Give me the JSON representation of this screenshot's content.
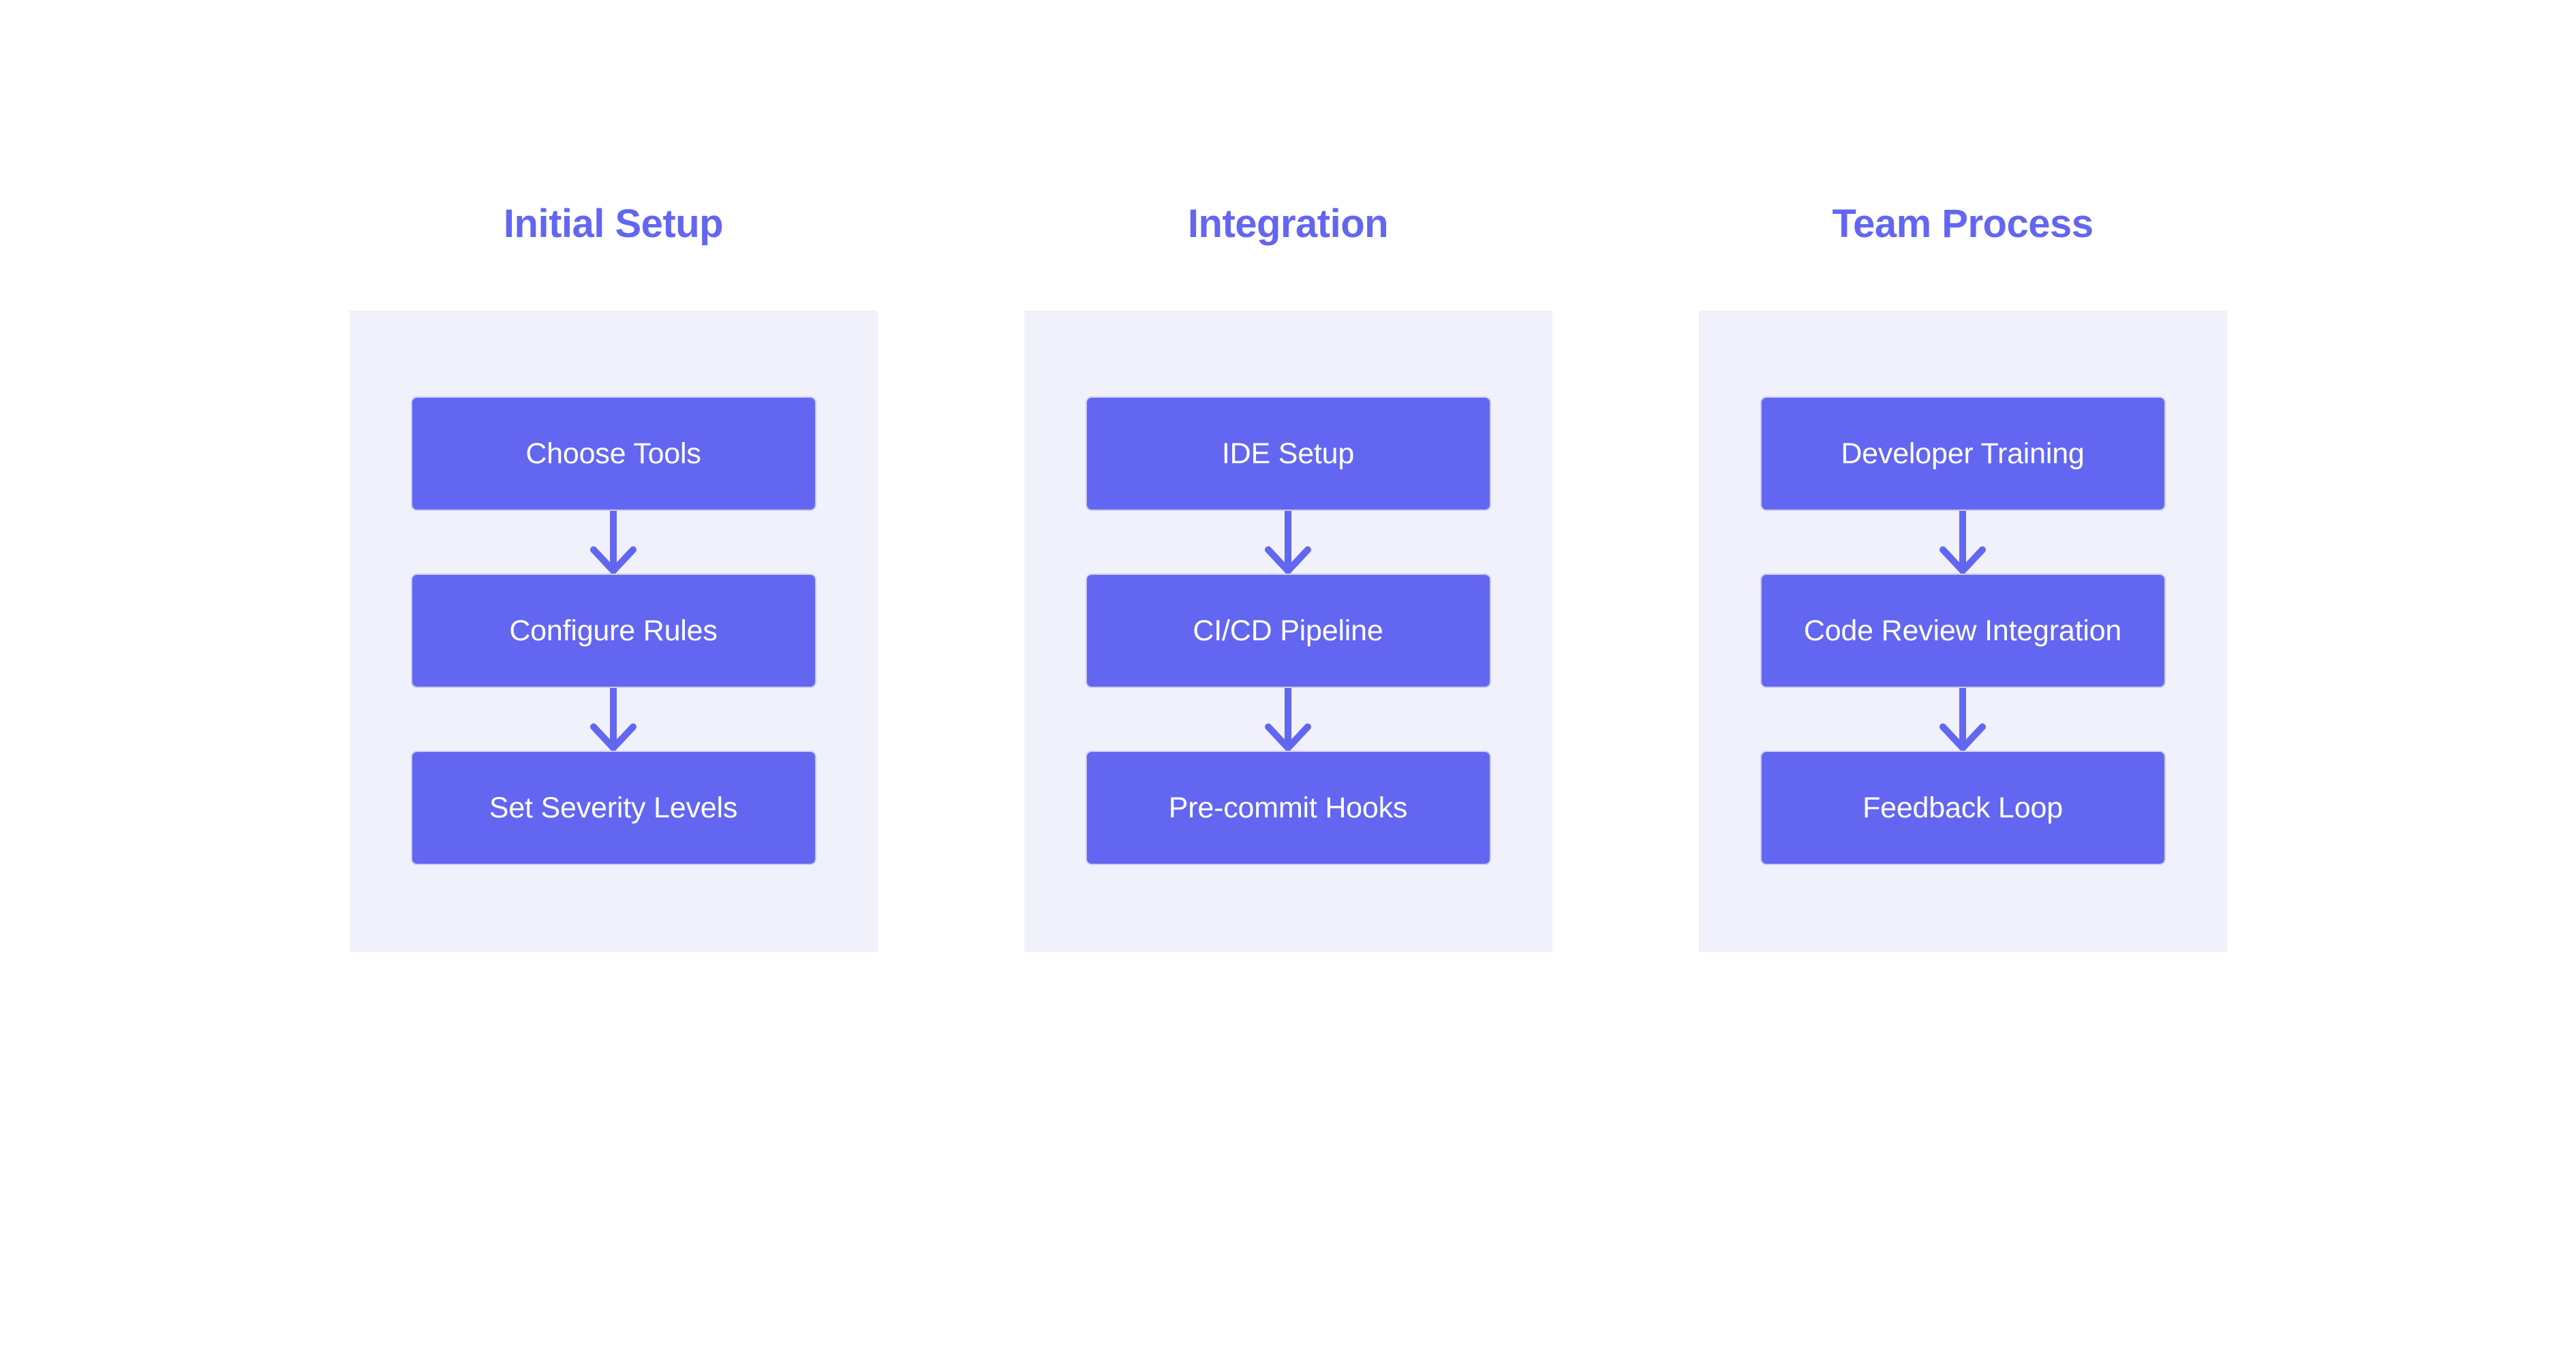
{
  "diagram": {
    "type": "flowchart",
    "orientation": "three-column-vertical",
    "colors": {
      "node_fill": "#6366f1",
      "node_border": "#c9cbf5",
      "node_text": "#ffffff",
      "panel_background": "#f1f1fb",
      "title_text": "#6366f1",
      "arrow": "#6366f1",
      "page_background": "#ffffff"
    },
    "columns": [
      {
        "title": "Initial Setup",
        "nodes": [
          {
            "label": "Choose Tools"
          },
          {
            "label": "Configure Rules"
          },
          {
            "label": "Set Severity Levels"
          }
        ],
        "connectors": [
          {
            "icon": "arrow-down-icon"
          },
          {
            "icon": "arrow-down-icon"
          }
        ]
      },
      {
        "title": "Integration",
        "nodes": [
          {
            "label": "IDE Setup"
          },
          {
            "label": "CI/CD Pipeline"
          },
          {
            "label": "Pre-commit Hooks"
          }
        ],
        "connectors": [
          {
            "icon": "arrow-down-icon"
          },
          {
            "icon": "arrow-down-icon"
          }
        ]
      },
      {
        "title": "Team Process",
        "nodes": [
          {
            "label": "Developer Training"
          },
          {
            "label": "Code Review Integration"
          },
          {
            "label": "Feedback Loop"
          }
        ],
        "connectors": [
          {
            "icon": "arrow-down-icon"
          },
          {
            "icon": "arrow-down-icon"
          }
        ]
      }
    ]
  }
}
